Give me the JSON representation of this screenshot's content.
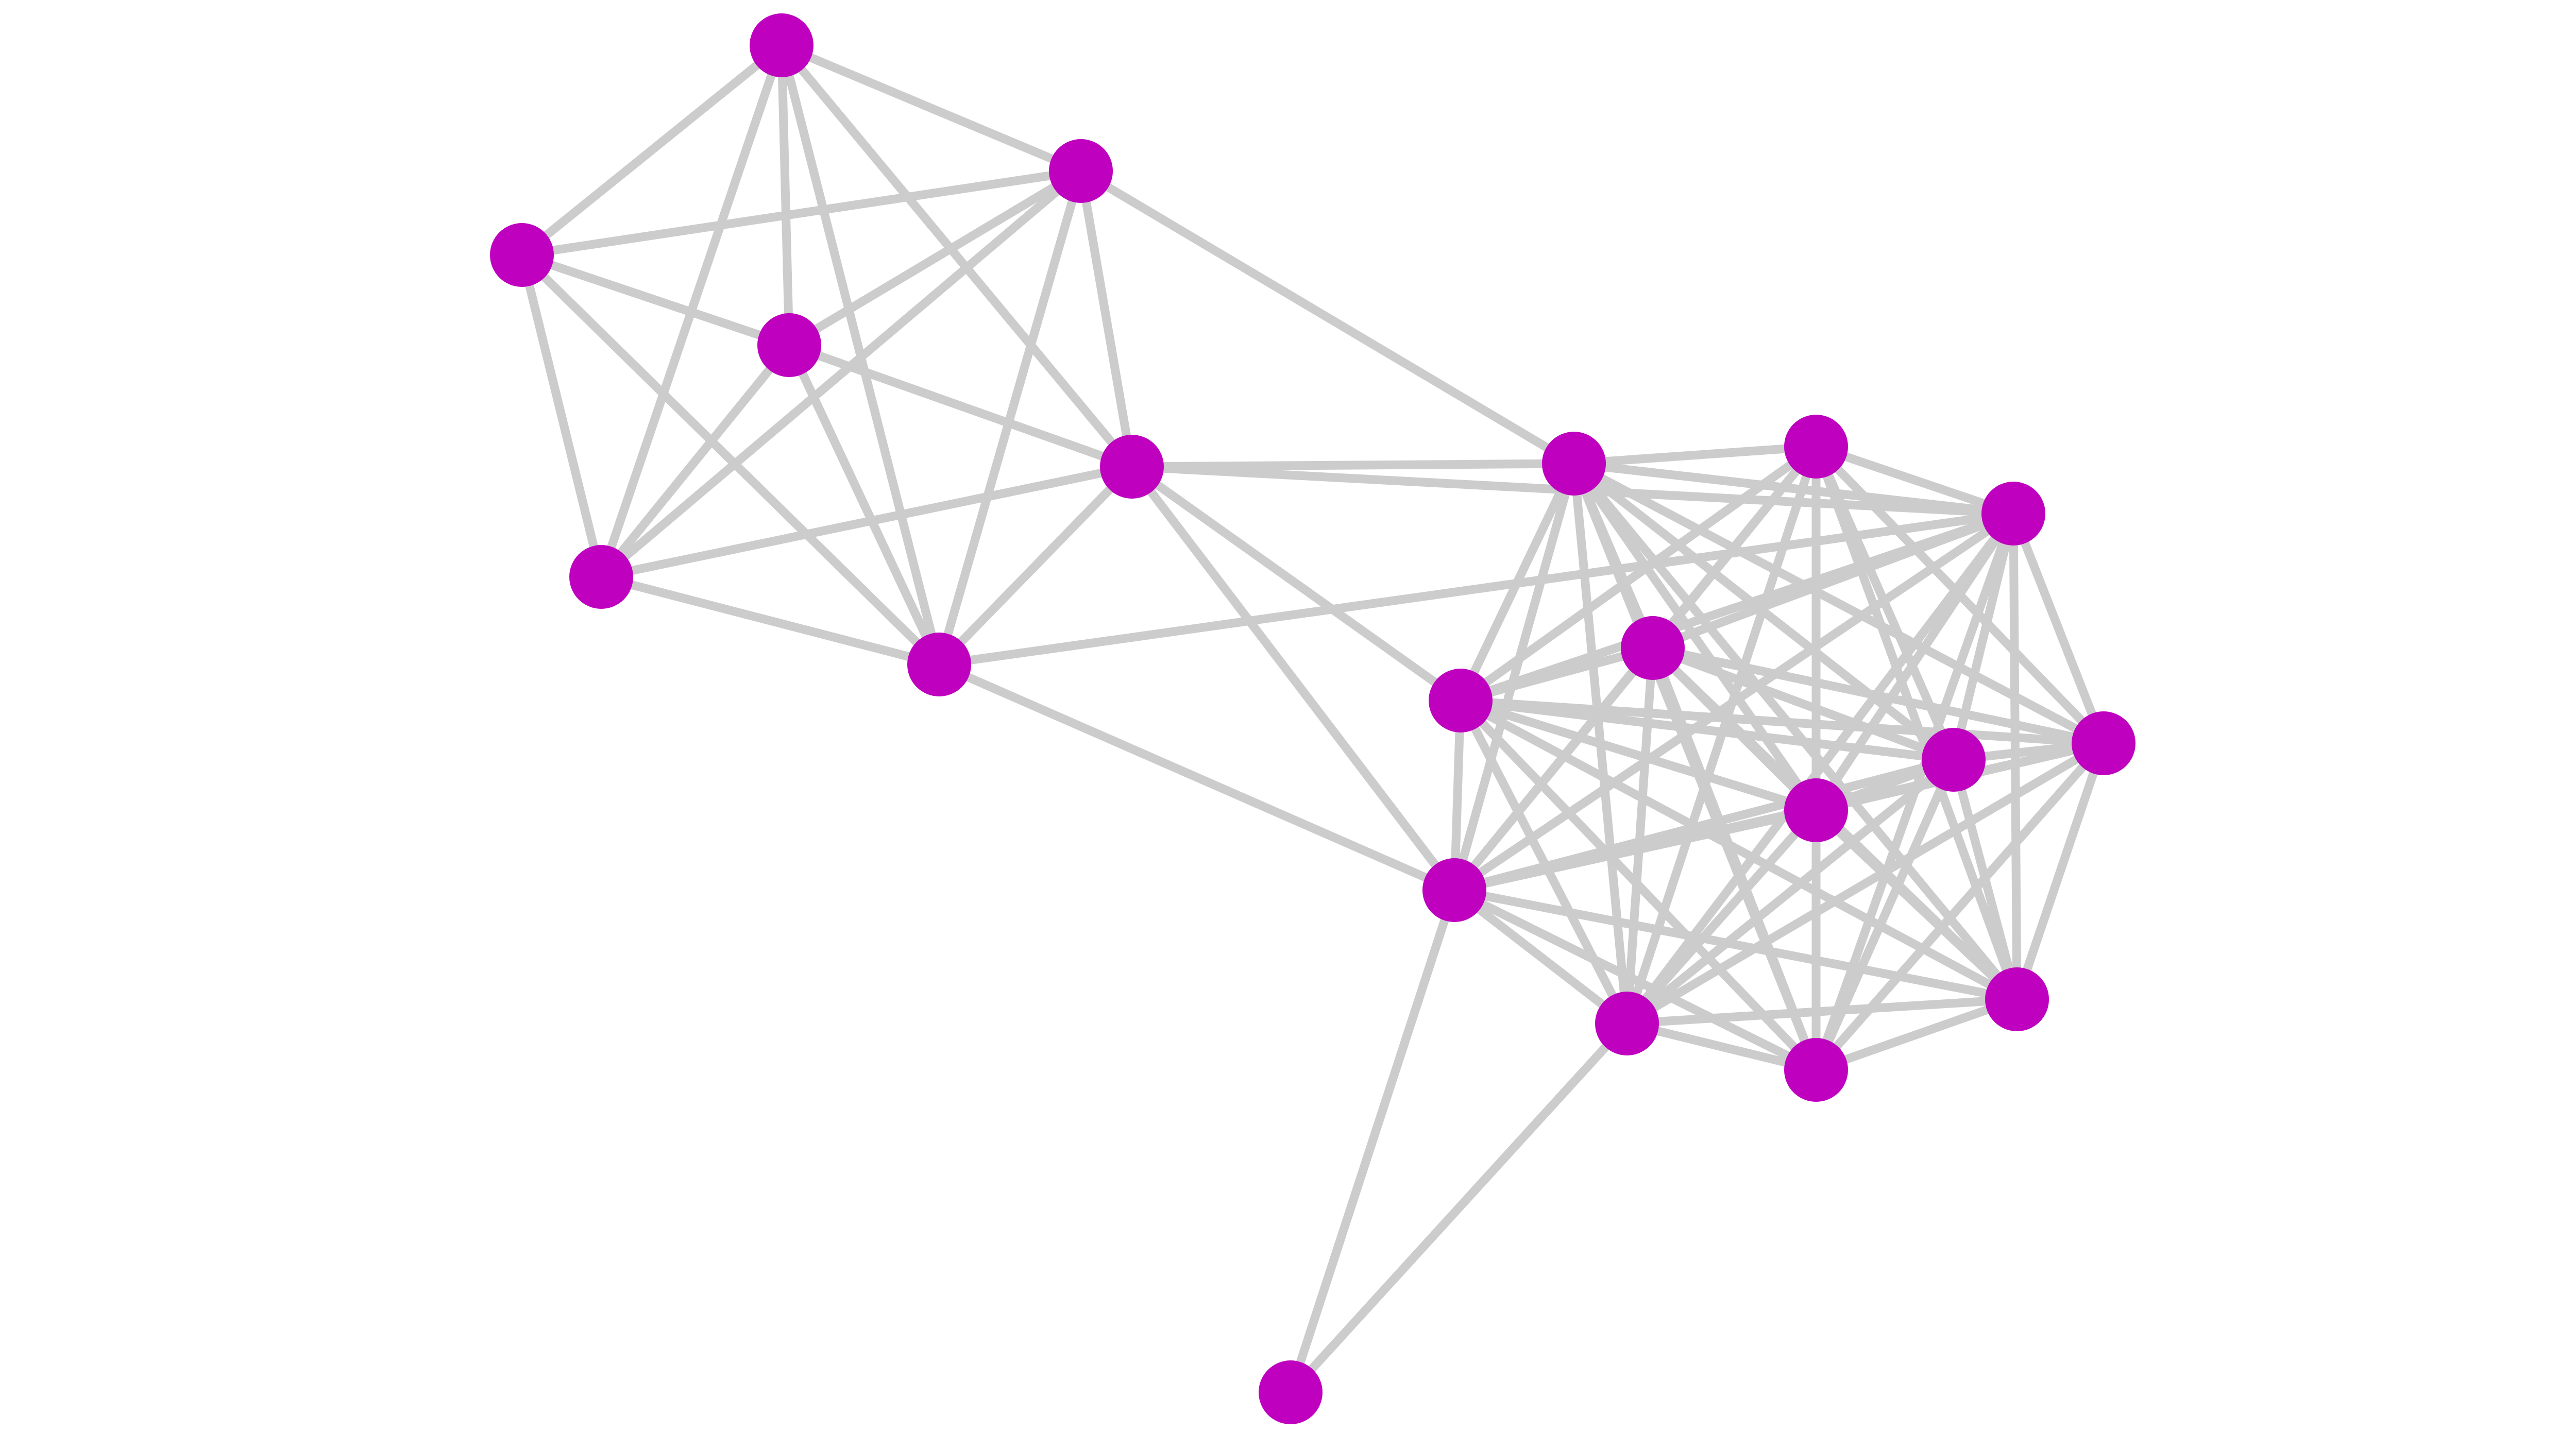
{
  "graph": {
    "style": {
      "node_color": "#BF00BF",
      "edge_color": "#CCCCCC",
      "background": "#FFFFFF"
    },
    "nodes": [
      {
        "id": "n1"
      },
      {
        "id": "n2"
      },
      {
        "id": "n3"
      },
      {
        "id": "n4"
      },
      {
        "id": "n5"
      },
      {
        "id": "n6"
      },
      {
        "id": "n7"
      },
      {
        "id": "n8"
      },
      {
        "id": "n9"
      },
      {
        "id": "n10"
      },
      {
        "id": "n11"
      },
      {
        "id": "n12"
      },
      {
        "id": "n13"
      },
      {
        "id": "n14"
      },
      {
        "id": "n15"
      },
      {
        "id": "n16"
      },
      {
        "id": "n17"
      },
      {
        "id": "n18"
      },
      {
        "id": "n19"
      },
      {
        "id": "n20"
      }
    ],
    "edges": [
      [
        "n1",
        "n2"
      ],
      [
        "n1",
        "n3"
      ],
      [
        "n1",
        "n4"
      ],
      [
        "n1",
        "n5"
      ],
      [
        "n1",
        "n6"
      ],
      [
        "n1",
        "n7"
      ],
      [
        "n2",
        "n3"
      ],
      [
        "n2",
        "n4"
      ],
      [
        "n2",
        "n5"
      ],
      [
        "n2",
        "n6"
      ],
      [
        "n2",
        "n7"
      ],
      [
        "n2",
        "n8"
      ],
      [
        "n3",
        "n4"
      ],
      [
        "n3",
        "n5"
      ],
      [
        "n3",
        "n7"
      ],
      [
        "n4",
        "n5"
      ],
      [
        "n4",
        "n6"
      ],
      [
        "n4",
        "n7"
      ],
      [
        "n5",
        "n6"
      ],
      [
        "n5",
        "n7"
      ],
      [
        "n6",
        "n7"
      ],
      [
        "n6",
        "n8"
      ],
      [
        "n6",
        "n10"
      ],
      [
        "n6",
        "n11"
      ],
      [
        "n6",
        "n12"
      ],
      [
        "n7",
        "n10"
      ],
      [
        "n7",
        "n12"
      ],
      [
        "n8",
        "n9"
      ],
      [
        "n8",
        "n10"
      ],
      [
        "n8",
        "n11"
      ],
      [
        "n8",
        "n12"
      ],
      [
        "n8",
        "n13"
      ],
      [
        "n8",
        "n14"
      ],
      [
        "n8",
        "n15"
      ],
      [
        "n8",
        "n16"
      ],
      [
        "n8",
        "n17"
      ],
      [
        "n8",
        "n18"
      ],
      [
        "n8",
        "n19"
      ],
      [
        "n9",
        "n10"
      ],
      [
        "n9",
        "n11"
      ],
      [
        "n9",
        "n12"
      ],
      [
        "n9",
        "n13"
      ],
      [
        "n9",
        "n14"
      ],
      [
        "n9",
        "n15"
      ],
      [
        "n9",
        "n16"
      ],
      [
        "n9",
        "n17"
      ],
      [
        "n9",
        "n18"
      ],
      [
        "n9",
        "n19"
      ],
      [
        "n10",
        "n11"
      ],
      [
        "n10",
        "n12"
      ],
      [
        "n10",
        "n13"
      ],
      [
        "n10",
        "n14"
      ],
      [
        "n10",
        "n15"
      ],
      [
        "n10",
        "n16"
      ],
      [
        "n10",
        "n17"
      ],
      [
        "n10",
        "n18"
      ],
      [
        "n10",
        "n19"
      ],
      [
        "n11",
        "n12"
      ],
      [
        "n11",
        "n13"
      ],
      [
        "n11",
        "n14"
      ],
      [
        "n11",
        "n15"
      ],
      [
        "n11",
        "n16"
      ],
      [
        "n11",
        "n17"
      ],
      [
        "n11",
        "n18"
      ],
      [
        "n11",
        "n19"
      ],
      [
        "n12",
        "n13"
      ],
      [
        "n12",
        "n14"
      ],
      [
        "n12",
        "n15"
      ],
      [
        "n12",
        "n16"
      ],
      [
        "n12",
        "n17"
      ],
      [
        "n12",
        "n18"
      ],
      [
        "n12",
        "n19"
      ],
      [
        "n12",
        "n20"
      ],
      [
        "n13",
        "n14"
      ],
      [
        "n13",
        "n15"
      ],
      [
        "n13",
        "n16"
      ],
      [
        "n13",
        "n17"
      ],
      [
        "n13",
        "n18"
      ],
      [
        "n13",
        "n19"
      ],
      [
        "n14",
        "n15"
      ],
      [
        "n14",
        "n16"
      ],
      [
        "n14",
        "n17"
      ],
      [
        "n14",
        "n18"
      ],
      [
        "n14",
        "n19"
      ],
      [
        "n15",
        "n16"
      ],
      [
        "n15",
        "n17"
      ],
      [
        "n15",
        "n18"
      ],
      [
        "n15",
        "n19"
      ],
      [
        "n16",
        "n17"
      ],
      [
        "n16",
        "n18"
      ],
      [
        "n16",
        "n19"
      ],
      [
        "n17",
        "n18"
      ],
      [
        "n17",
        "n19"
      ],
      [
        "n17",
        "n20"
      ],
      [
        "n18",
        "n19"
      ]
    ]
  }
}
